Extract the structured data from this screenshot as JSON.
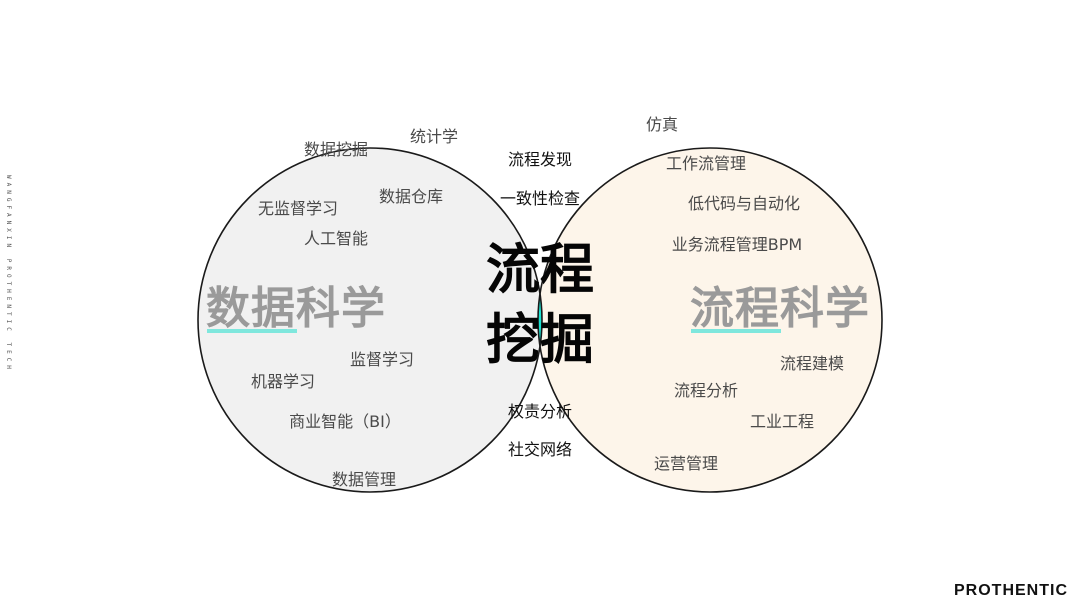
{
  "colors": {
    "left_fill": "#f1f1f1",
    "right_fill": "#fdf5ea",
    "intersection_fill": "#19e3d2",
    "outline": "#1a1a1a",
    "accent_underline": "#7fe7dd"
  },
  "side_tag": "WANGFANXIN PROTHENTIC TECH",
  "brand": "PROTHENTIC",
  "left": {
    "title": "数据科学",
    "items": [
      "数据挖掘",
      "统计学",
      "数据仓库",
      "无监督学习",
      "人工智能",
      "监督学习",
      "机器学习",
      "商业智能（BI）",
      "数据管理"
    ]
  },
  "right": {
    "title": "流程科学",
    "items": [
      "仿真",
      "工作流管理",
      "低代码与自动化",
      "业务流程管理BPM",
      "流程建模",
      "流程分析",
      "工业工程",
      "运营管理"
    ]
  },
  "overlap": {
    "title_line1": "流程",
    "title_line2": "挖掘",
    "items": [
      "流程发现",
      "一致性检查",
      "权责分析",
      "社交网络"
    ]
  }
}
